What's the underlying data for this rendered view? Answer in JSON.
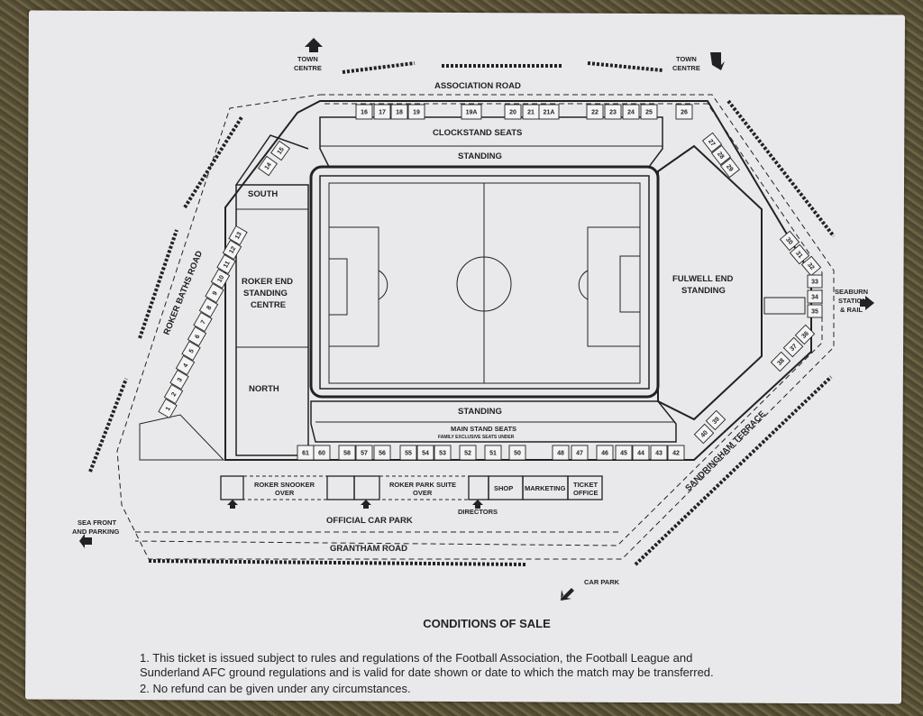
{
  "map": {
    "roads": {
      "association": "ASSOCIATION ROAD",
      "roker_baths": "ROKER BATHS ROAD",
      "grantham": "GRANTHAM ROAD",
      "sandringham": "SANDRINGHAM TERRACE"
    },
    "directions": {
      "town_centre_left_1": "TOWN",
      "town_centre_left_2": "CENTRE",
      "town_centre_right_1": "TOWN",
      "town_centre_right_2": "CENTRE",
      "sea_front_1": "SEA FRONT",
      "sea_front_2": "AND PARKING",
      "seaburn_1": "SEABURN",
      "seaburn_2": "STATION",
      "seaburn_3": "& RAIL",
      "car_park": "CAR PARK"
    },
    "stands": {
      "clockstand": "CLOCKSTAND SEATS",
      "standing_top": "STANDING",
      "standing_bottom": "STANDING",
      "south": "SOUTH",
      "roker_1": "ROKER END",
      "roker_2": "STANDING",
      "roker_3": "CENTRE",
      "north": "NORTH",
      "fulwell_1": "FULWELL END",
      "fulwell_2": "STANDING",
      "main_stand": "MAIN STAND SEATS",
      "family": "FAMILY EXCLUSIVE SEATS UNDER"
    },
    "facilities": {
      "roker_snooker_1": "ROKER SNOOKER",
      "roker_snooker_2": "OVER",
      "roker_park_suite_1": "ROKER PARK SUITE",
      "roker_park_suite_2": "OVER",
      "shop": "SHOP",
      "marketing": "MARKETING",
      "ticket_1": "TICKET",
      "ticket_2": "OFFICE",
      "directors": "DIRECTORS",
      "official_car_park": "OFFICIAL CAR PARK"
    },
    "turnstiles": {
      "top": [
        "16",
        "17",
        "18",
        "19",
        "19A",
        "20",
        "21",
        "21A",
        "22",
        "23",
        "24",
        "25",
        "26"
      ],
      "bottom": [
        "61",
        "60",
        "58",
        "57",
        "56",
        "55",
        "54",
        "53",
        "52",
        "51",
        "50",
        "48",
        "47",
        "46",
        "45",
        "44",
        "43",
        "42"
      ],
      "left": [
        "1",
        "2",
        "3",
        "4",
        "5",
        "6",
        "7",
        "8",
        "9",
        "10",
        "11",
        "12",
        "13"
      ],
      "upper_left": [
        "14",
        "15"
      ],
      "upper_right": [
        "27",
        "28",
        "29"
      ],
      "right": [
        "30",
        "31",
        "32",
        "33",
        "34",
        "35",
        "36",
        "37",
        "38"
      ],
      "lower_right": [
        "39",
        "40"
      ]
    },
    "colors": {
      "ink": "#222222",
      "paper": "#e9e9ec"
    }
  },
  "conditions": {
    "title": "CONDITIONS OF SALE",
    "line1": "1.   This ticket is issued subject to rules and regulations of the Football Association, the Football League and",
    "line2": "Sunderland AFC ground regulations and is valid for date shown or date to which the match may be transferred.",
    "line3": "2.   No refund can be given under any circumstances."
  }
}
